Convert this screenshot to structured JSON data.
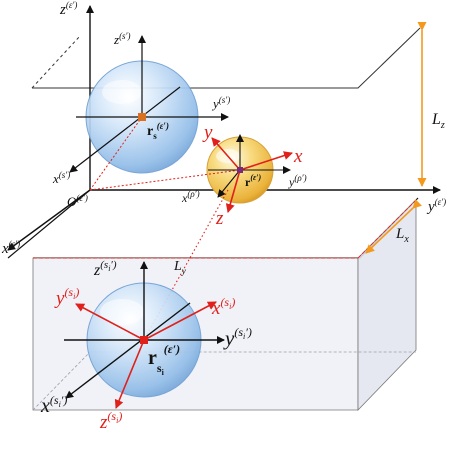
{
  "colors": {
    "axis_black": "#111111",
    "axis_red": "#e0201b",
    "sphere_blue": "#a9cdf0",
    "sphere_gold": "#f3c24a",
    "dimension_orange": "#f39a1e",
    "box_fill": "#eef0f6"
  },
  "labels": {
    "global_origin": "O",
    "global_origin_sup": "(ε′)",
    "global_z": "z",
    "global_z_sup": "(ε′)",
    "global_y": "y",
    "global_y_sup": "(ε′)",
    "global_x": "x",
    "global_x_sup": "(ε′)",
    "s_z": "z",
    "s_z_sup": "(s′)",
    "s_y": "y",
    "s_y_sup": "(s′)",
    "s_x": "x",
    "s_x_sup": "(s′)",
    "s_position": "r",
    "s_position_sub": "s",
    "s_position_sup": "(ε′)",
    "p_x_red": "x",
    "p_y_red": "y",
    "p_z_red": "z",
    "p_y_black": "y",
    "p_y_black_sup": "(ρ′)",
    "p_x_black": "x",
    "p_x_black_sup": "(ρ′)",
    "p_position": "r",
    "p_position_sup": "(ε′)",
    "lz": "L",
    "lz_sub": "z",
    "lx": "L",
    "lx_sub": "x",
    "ly": "L",
    "ly_sub": "y",
    "si_z": "z",
    "si_z_sup": "(s",
    "si_z_sub": "i",
    "si_z_close": "′)",
    "si_y_red": "y",
    "si_y_red_sup": "(s",
    "si_y_red_sub": "i",
    "si_y_red_close": ")",
    "si_x_red": "x",
    "si_x_red_sup": "(s",
    "si_x_red_sub": "i",
    "si_x_red_close": ")",
    "si_y_black": "y",
    "si_y_black_sup": "(s",
    "si_y_black_sub": "i",
    "si_y_black_close": "′)",
    "si_x_black": "x",
    "si_x_black_sup": "(s",
    "si_x_black_sub": "i",
    "si_x_black_close": "′)",
    "si_z_red": "z",
    "si_z_red_sup": "(s",
    "si_z_red_sub": "i",
    "si_z_red_close": ")",
    "si_position": "r",
    "si_position_sub": "s",
    "si_position_subsub": "i",
    "si_position_sup": "(ε′)"
  }
}
